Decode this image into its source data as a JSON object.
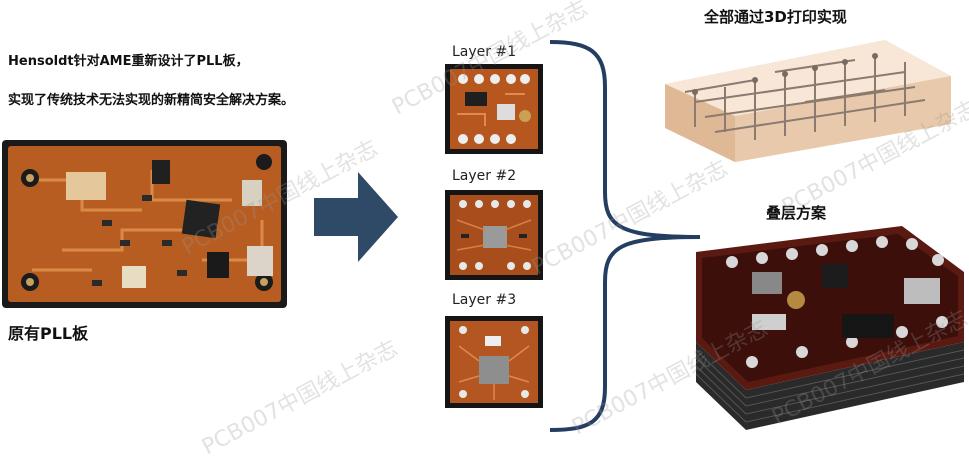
{
  "intro": {
    "line1": "Hensoldt针对AME重新设计了PLL板，",
    "line2": "实现了传统技术无法实现的新精简安全解决方案。"
  },
  "original_board": {
    "caption": "原有PLL板"
  },
  "layers": [
    {
      "label": "Layer #1"
    },
    {
      "label": "Layer #2"
    },
    {
      "label": "Layer #3"
    }
  ],
  "printed_3d": {
    "caption": "全部通过3D打印实现"
  },
  "stacked": {
    "caption": "叠层方案"
  },
  "watermark": {
    "text": "PCB007中国线上杂志"
  },
  "colors": {
    "arrow": "#2f4a67",
    "brace": "#243e61",
    "pcb": "#b5571f",
    "pcb_dark": "#6e2a10"
  }
}
